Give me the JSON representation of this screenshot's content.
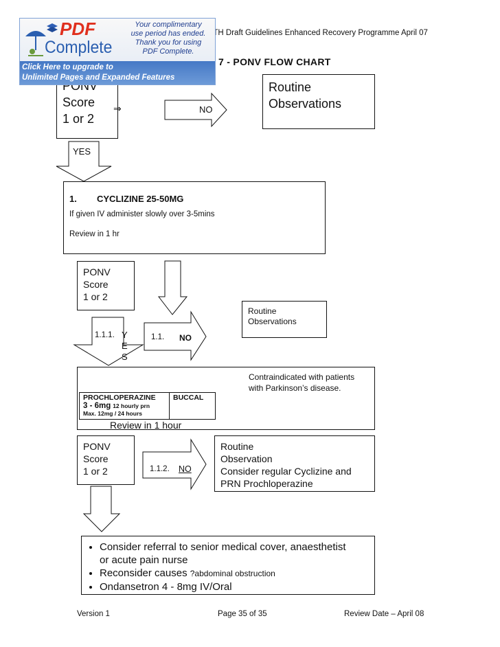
{
  "header": {
    "running_title": "–TH Draft Guidelines Enhanced Recovery Programme April  07",
    "section_title": "7 - PONV FLOW CHART"
  },
  "banner": {
    "brand_pdf": "PDF",
    "brand_complete": "Complete",
    "promo_lines": [
      "Your complimentary",
      "use period has ended.",
      "Thank you for using",
      "PDF Complete."
    ],
    "upgrade_lines": [
      "Click Here to upgrade to",
      "Unlimited Pages and Expanded Features"
    ]
  },
  "flow": {
    "score1": {
      "lines": [
        "PONV",
        "Score",
        "1 or 2"
      ],
      "pointer": "⇒"
    },
    "no1": "NO",
    "routine1": {
      "lines": [
        "Routine",
        "Observations"
      ]
    },
    "yes1": "YES",
    "step1": {
      "number": "1.",
      "drug": "CYCLIZINE 25-50MG",
      "note": "If given IV administer slowly over 3-5mins",
      "review": "Review in 1 hr"
    },
    "score2": {
      "lines": [
        "PONV",
        "Score",
        "1 or 2"
      ]
    },
    "routine2": {
      "lines": [
        "Routine",
        "Observations"
      ]
    },
    "yes2": {
      "number": "1.1.1.",
      "letters": [
        "Y",
        "E",
        "S"
      ]
    },
    "no2": {
      "number": "1.1.",
      "label": "NO"
    },
    "step2": {
      "contra_lines": [
        "Contraindicated with patients",
        "with Parkinson’s disease."
      ],
      "drug_name": "PROCHLOPERAZINE",
      "drug_route": "BUCCAL",
      "dose_main": "3 - 6mg",
      "dose_freq": "12 hourly prn",
      "max": "Max. 12mg / 24 hours",
      "review": "Review in 1 hour"
    },
    "score3": {
      "lines": [
        "PONV",
        "Score",
        "1 or 2"
      ]
    },
    "no3": {
      "number": "1.1.2.",
      "label": "NO"
    },
    "routine3": {
      "lines": [
        "Routine",
        "Observation",
        "Consider regular Cyclizine and",
        "PRN Prochloperazine"
      ]
    },
    "final": {
      "b1_line1": "Consider referral to senior medical cover, anaesthetist",
      "b1_line2": "or acute pain nurse",
      "b2_main": "Reconsider causes",
      "b2_small": "?abdominal obstruction",
      "b3": "Ondansetron 4 - 8mg  IV/Oral"
    }
  },
  "footer": {
    "version": "Version 1",
    "page": "Page 35 of 35",
    "review": "Review Date – April 08"
  }
}
